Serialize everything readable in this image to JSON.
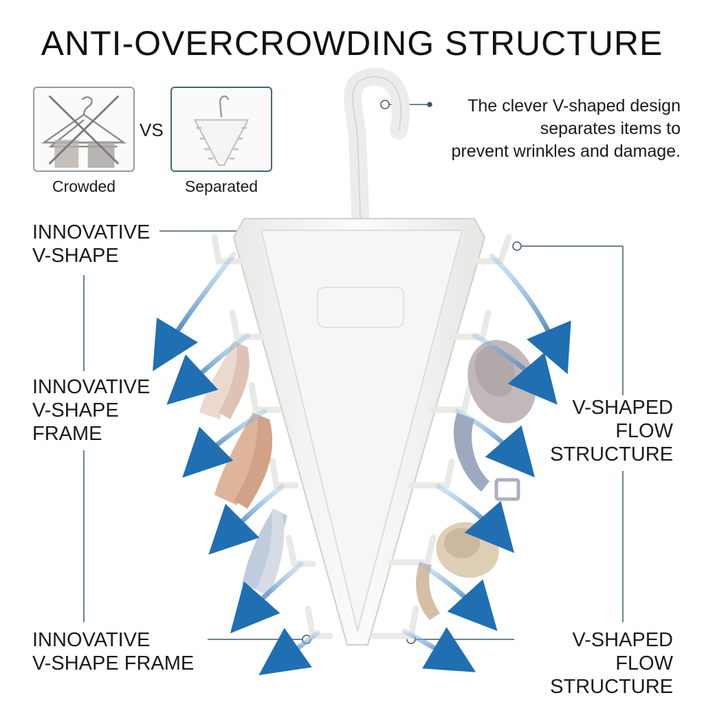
{
  "title": "ANTI-OVERCROWDING STRUCTURE",
  "comparison": {
    "crowded_label": "Crowded",
    "vs_label": "VS",
    "separated_label": "Separated"
  },
  "callout_text": "The clever V-shaped design\nseparates items to\nprevent wrinkles and damage.",
  "labels": {
    "left_top": "INNOVATIVE\nV-SHAPE",
    "left_mid": "INNOVATIVE\nV-SHAPE\nFRAME",
    "left_bottom": "INNOVATIVE\nV-SHAPE FRAME",
    "right_mid": "V-SHAPED\nFLOW\nSTRUCTURE",
    "right_bottom": "V-SHAPED FLOW\nSTRUCTURE"
  },
  "colors": {
    "accent_arrow": "#1f6fb2",
    "leader_line": "#3d5a68",
    "hanger_body": "#f2f2f0"
  },
  "icons": [
    "hanger-icon",
    "cross-out-icon",
    "flow-arrow-icon"
  ]
}
